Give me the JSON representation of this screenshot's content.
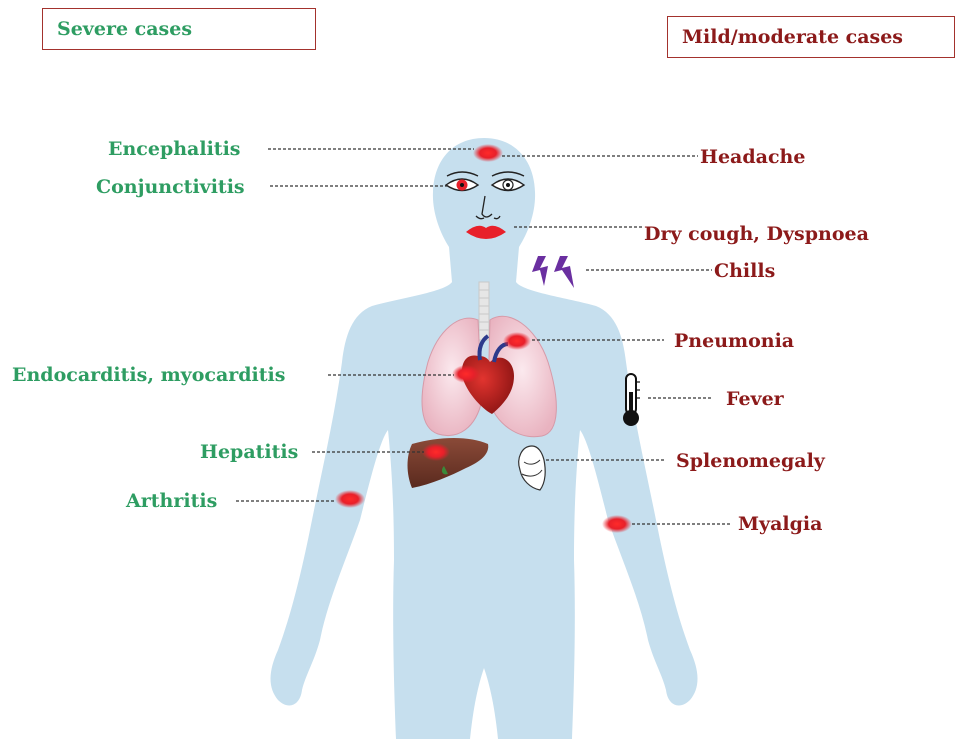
{
  "header": {
    "severe_title": "Severe cases",
    "mild_title": "Mild/moderate cases"
  },
  "severe": {
    "encephalitis": "Encephalitis",
    "conjunctivitis": "Conjunctivitis",
    "endocarditis": "Endocarditis, myocarditis",
    "hepatitis": "Hepatitis",
    "arthritis": "Arthritis"
  },
  "mild": {
    "headache": "Headache",
    "cough": "Dry cough, Dyspnoea",
    "chills": "Chills",
    "pneumonia": "Pneumonia",
    "fever": "Fever",
    "splenomegaly": "Splenomegaly",
    "myalgia": "Myalgia"
  },
  "colors": {
    "severe": "#2e9d62",
    "mild": "#8c1a1a",
    "body": "#c6dfee",
    "spot": "#e8202a",
    "box_border": "#a3322d"
  }
}
